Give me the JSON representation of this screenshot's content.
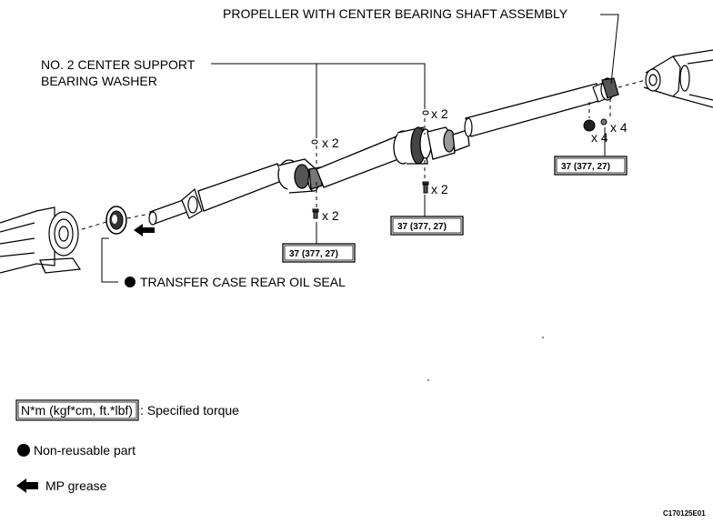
{
  "labels": {
    "propeller_assembly": "PROPELLER WITH CENTER BEARING SHAFT ASSEMBLY",
    "washer_line1": "NO. 2 CENTER SUPPORT",
    "washer_line2": "BEARING WASHER",
    "oil_seal": "TRANSFER CASE REAR OIL SEAL"
  },
  "multipliers": {
    "washer_left": "x 2",
    "washer_right": "x 2",
    "bolt_mid_upper": "x 2",
    "bolt_left_lower": "x 2",
    "nut_rear": "x 4",
    "bolt_rear": "x 4"
  },
  "torques": {
    "left": "37 (377, 27)",
    "middle": "37 (377, 27)",
    "right": "37 (377, 27)"
  },
  "legend": {
    "torque_box": "N*m (kgf*cm, ft.*lbf)",
    "torque_desc": ": Specified torque",
    "nonreusable": "Non-reusable part",
    "grease": "MP grease"
  },
  "figure_code": "C170125E01",
  "icons": {
    "nonreusable": "filled-circle-icon",
    "grease": "filled-arrow-icon"
  }
}
